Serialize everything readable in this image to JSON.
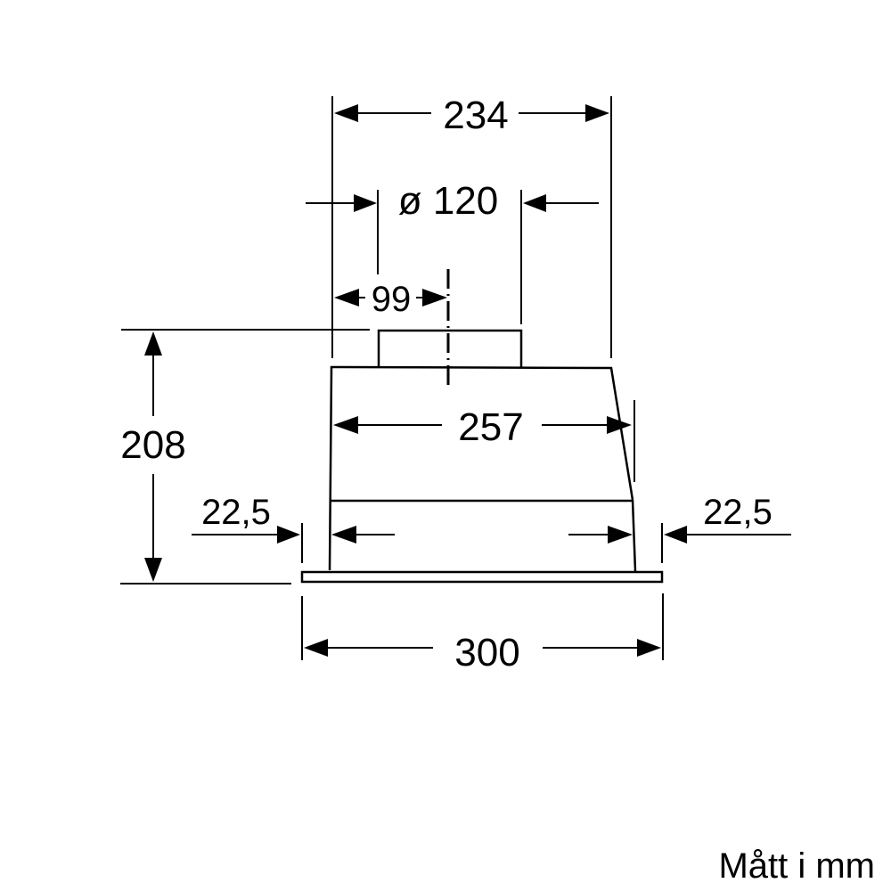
{
  "diagram": {
    "type": "technical-dimension-drawing",
    "subject": "Built-in cooker hood front view",
    "dimensions": {
      "top_width": "234",
      "duct_diameter": "ø 120",
      "duct_offset": "99",
      "height": "208",
      "body_width": "257",
      "left_inset": "22,5",
      "right_inset": "22,5",
      "base_width": "300"
    },
    "unit_note": "Mått i mm",
    "colors": {
      "line": "#000000",
      "background": "#ffffff"
    }
  }
}
